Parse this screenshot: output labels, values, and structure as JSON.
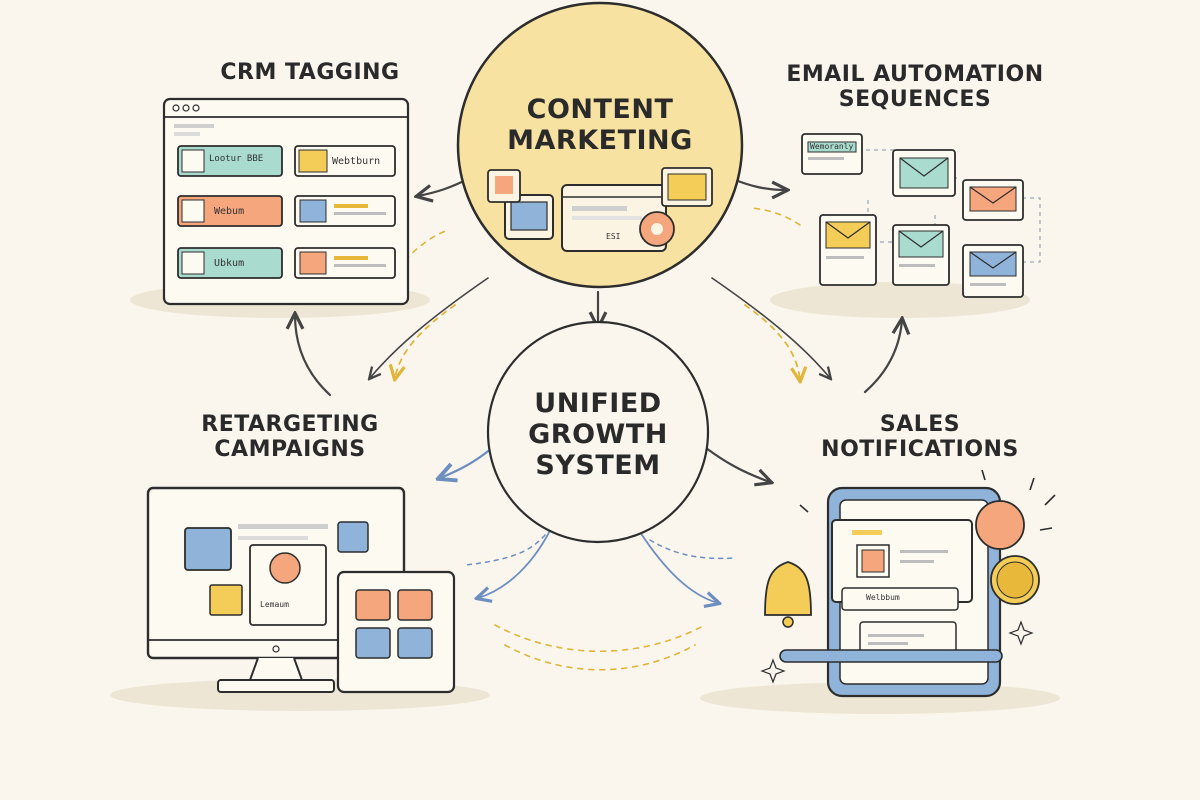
{
  "center_hub": {
    "lines": [
      "UNIFIED",
      "GROWTH",
      "SYSTEM"
    ]
  },
  "top_hub": {
    "lines": [
      "CONTENT",
      "MARKETING"
    ]
  },
  "sections": {
    "crm": {
      "lines": [
        "CRM TAGGING"
      ]
    },
    "email": {
      "lines": [
        "EMAIL AUTOMATION",
        "SEQUENCES"
      ]
    },
    "retargeting": {
      "lines": [
        "RETARGETING",
        "CAMPAIGNS"
      ]
    },
    "sales": {
      "lines": [
        "SALES",
        "NOTIFICATIONS"
      ]
    }
  },
  "card_texts": {
    "crm_row1": "Lootur BBE",
    "crm_tag1": "Webtburn",
    "crm_row2": "Webum",
    "crm_row3": "Ubkum",
    "email_card1": "Wemoranly",
    "content_card": "ESI",
    "retarget_card": "Lemaum",
    "sales_card": "Welbbum"
  },
  "colors": {
    "background": "#faf6ee",
    "hub_fill": "#f8e2a2",
    "ink": "#2d2d2d",
    "teal": "#a9dccf",
    "orange": "#f5a67d",
    "blue": "#8fb3d9",
    "yellow": "#f4cd58",
    "gold": "#e8b83a"
  }
}
